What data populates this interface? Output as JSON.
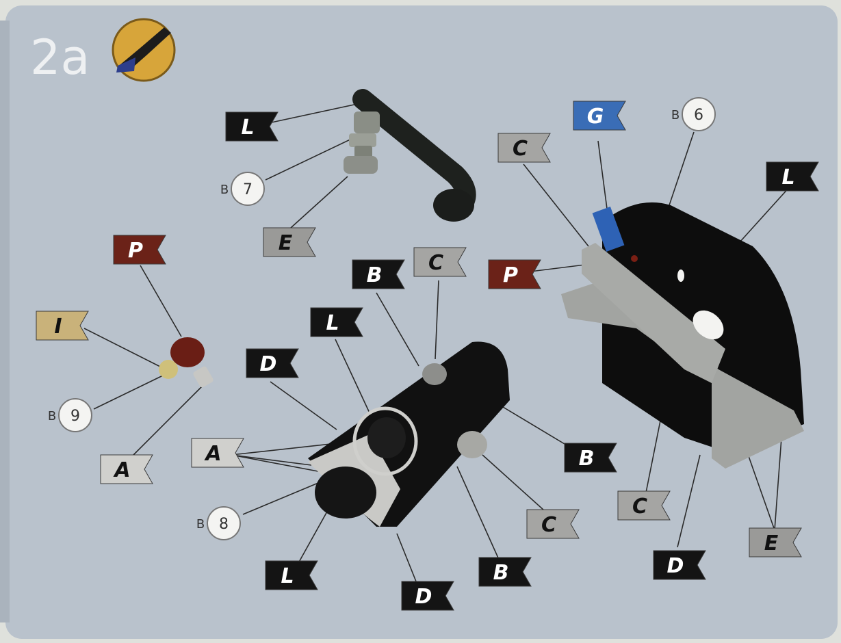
{
  "step": {
    "label": "2a",
    "icon": "paint-brush-icon"
  },
  "colors": {
    "background": "#b9c2cc",
    "L": "#141414",
    "D": "#141414",
    "B": "#141414",
    "C": "#a5a5a3",
    "A": "#d0d0cd",
    "E": "#9a9a98",
    "P": "#6b2218",
    "I": "#c9b27a",
    "G": "#3a6db6"
  },
  "flags": [
    {
      "id": "l1",
      "letter": "L",
      "color": "L"
    },
    {
      "id": "e1",
      "letter": "E",
      "color": "E"
    },
    {
      "id": "p1",
      "letter": "P",
      "color": "P"
    },
    {
      "id": "i1",
      "letter": "I",
      "color": "I"
    },
    {
      "id": "a1",
      "letter": "A",
      "color": "A"
    },
    {
      "id": "b1",
      "letter": "B",
      "color": "B"
    },
    {
      "id": "c1",
      "letter": "C",
      "color": "C"
    },
    {
      "id": "l2",
      "letter": "L",
      "color": "L"
    },
    {
      "id": "d1",
      "letter": "D",
      "color": "D"
    },
    {
      "id": "a2",
      "letter": "A",
      "color": "A"
    },
    {
      "id": "l3",
      "letter": "L",
      "color": "L"
    },
    {
      "id": "d2",
      "letter": "D",
      "color": "D"
    },
    {
      "id": "b2",
      "letter": "B",
      "color": "B"
    },
    {
      "id": "c2",
      "letter": "C",
      "color": "C"
    },
    {
      "id": "b3",
      "letter": "B",
      "color": "B"
    },
    {
      "id": "g1",
      "letter": "G",
      "color": "G"
    },
    {
      "id": "c3",
      "letter": "C",
      "color": "C"
    },
    {
      "id": "l4",
      "letter": "L",
      "color": "L"
    },
    {
      "id": "p2",
      "letter": "P",
      "color": "P"
    },
    {
      "id": "c4",
      "letter": "C",
      "color": "C"
    },
    {
      "id": "d3",
      "letter": "D",
      "color": "D"
    },
    {
      "id": "e2",
      "letter": "E",
      "color": "E"
    }
  ],
  "circles": [
    {
      "id": "b7",
      "prefix": "B",
      "number": "7"
    },
    {
      "id": "b9",
      "prefix": "B",
      "number": "9"
    },
    {
      "id": "b8",
      "prefix": "B",
      "number": "8"
    },
    {
      "id": "b6",
      "prefix": "B",
      "number": "6"
    }
  ]
}
